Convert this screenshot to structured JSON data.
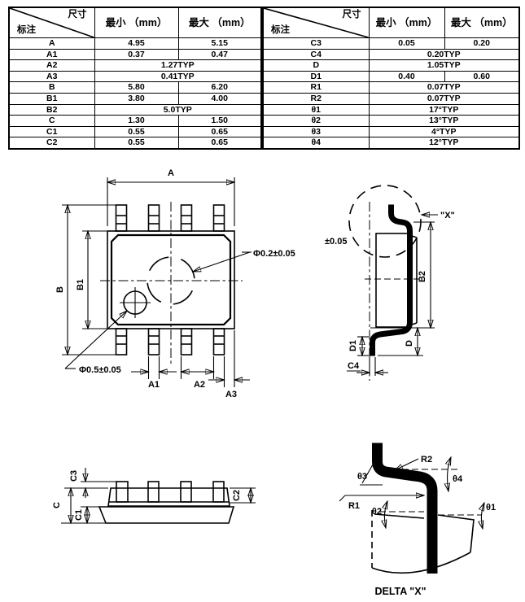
{
  "page": {
    "background": "#ffffff",
    "line_color": "#000000"
  },
  "tables": [
    {
      "header": {
        "corner_top": "尺寸",
        "corner_bottom": "标注",
        "min_col": "最小 （mm）",
        "max_col": "最大 （mm）"
      },
      "rows": [
        {
          "label": "A",
          "min": "4.95",
          "max": "5.15"
        },
        {
          "label": "A1",
          "min": "0.37",
          "max": "0.47"
        },
        {
          "label": "A2",
          "typ": "1.27TYP"
        },
        {
          "label": "A3",
          "typ": "0.41TYP"
        },
        {
          "label": "B",
          "min": "5.80",
          "max": "6.20"
        },
        {
          "label": "B1",
          "min": "3.80",
          "max": "4.00"
        },
        {
          "label": "B2",
          "typ": "5.0TYP"
        },
        {
          "label": "C",
          "min": "1.30",
          "max": "1.50"
        },
        {
          "label": "C1",
          "min": "0.55",
          "max": "0.65"
        },
        {
          "label": "C2",
          "min": "0.55",
          "max": "0.65"
        }
      ]
    },
    {
      "header": {
        "corner_top": "尺寸",
        "corner_bottom": "标注",
        "min_col": "最小 （mm）",
        "max_col": "最大 （mm）"
      },
      "rows": [
        {
          "label": "C3",
          "min": "0.05",
          "max": "0.20"
        },
        {
          "label": "C4",
          "typ": "0.20TYP"
        },
        {
          "label": "D",
          "typ": "1.05TYP"
        },
        {
          "label": "D1",
          "min": "0.40",
          "max": "0.60"
        },
        {
          "label": "R1",
          "typ": "0.07TYP"
        },
        {
          "label": "R2",
          "typ": "0.07TYP"
        },
        {
          "label": "θ1",
          "typ": "17°TYP"
        },
        {
          "label": "θ2",
          "typ": "13°TYP"
        },
        {
          "label": "θ3",
          "typ": "4°TYP"
        },
        {
          "label": "θ4",
          "typ": "12°TYP"
        }
      ]
    }
  ],
  "top_view": {
    "dim_a": "A",
    "dim_b": "B",
    "dim_b1": "B1",
    "dim_a1": "A1",
    "dim_a2": "A2",
    "dim_a3": "A3",
    "label_small_hole": "Φ0.5±0.05",
    "label_big_hole": "Φ0.2±0.05",
    "label_big_hole_tol": "±0.05"
  },
  "side_view": {
    "label_x": "\"X\"",
    "dim_b2": "B2",
    "dim_d": "D",
    "dim_d1": "D1",
    "dim_c4": "C4"
  },
  "front_view": {
    "dim_c": "C",
    "dim_c1": "C1",
    "dim_c2": "C2",
    "dim_c3": "C3"
  },
  "detail_view": {
    "dim_r1": "R1",
    "dim_r2": "R2",
    "dim_t1": "θ1",
    "dim_t2": "θ2",
    "dim_t3": "θ3",
    "dim_t4": "θ4",
    "caption": "DELTA \"X\""
  }
}
